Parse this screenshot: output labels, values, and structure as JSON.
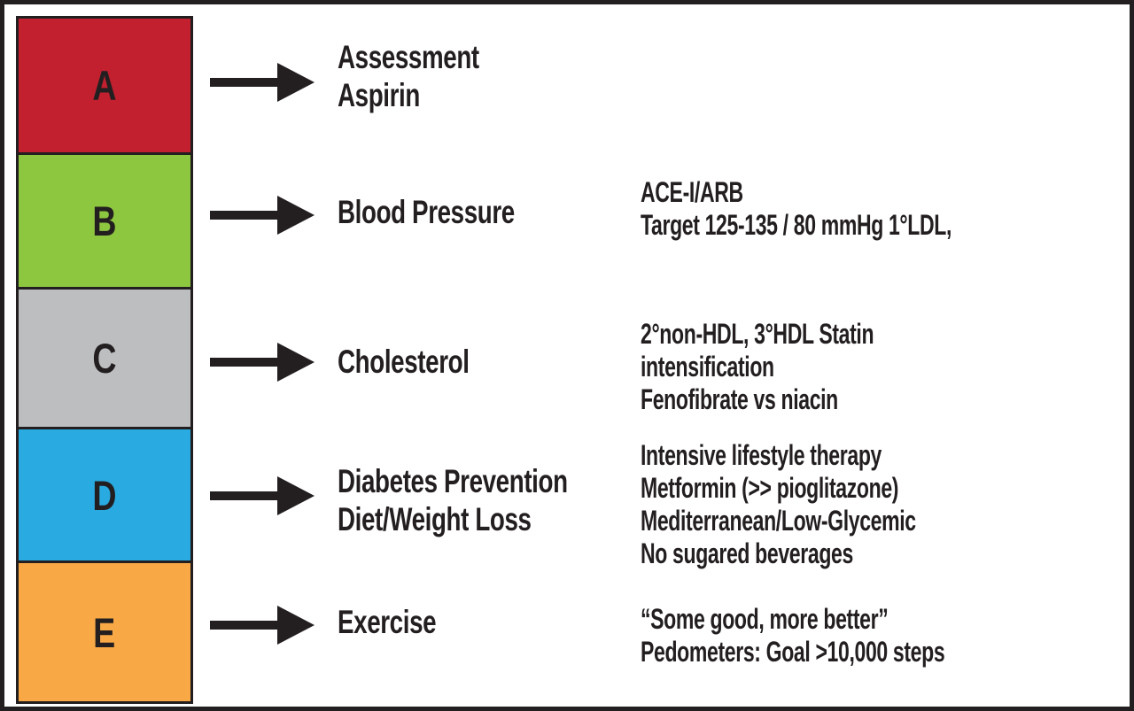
{
  "colors": {
    "ink": "#231F20",
    "box_a": "#C2202F",
    "box_b": "#8DC63F",
    "box_c": "#BDBEC0",
    "box_d": "#29ABE2",
    "box_e": "#F8A845"
  },
  "rows": [
    {
      "letter": "A",
      "color": "#C2202F",
      "label": "Assessment\nAspirin",
      "annotation": ""
    },
    {
      "letter": "B",
      "color": "#8DC63F",
      "label": "Blood Pressure",
      "annotation": "ACE-I/ARB\nTarget 125-135 / 80 mmHg 1°LDL,"
    },
    {
      "letter": "C",
      "color": "#BDBEC0",
      "label": "Cholesterol",
      "annotation": "2°non-HDL, 3°HDL Statin\nintensification\nFenofibrate vs niacin"
    },
    {
      "letter": "D",
      "color": "#29ABE2",
      "label": "Diabetes Prevention\nDiet/Weight Loss",
      "annotation": "Intensive lifestyle therapy\nMetformin (>> pioglitazone)\nMediterranean/Low-Glycemic\nNo sugared beverages"
    },
    {
      "letter": "E",
      "color": "#F8A845",
      "label": "Exercise",
      "annotation": "“Some good, more better”\nPedometers: Goal >10,000 steps"
    }
  ]
}
